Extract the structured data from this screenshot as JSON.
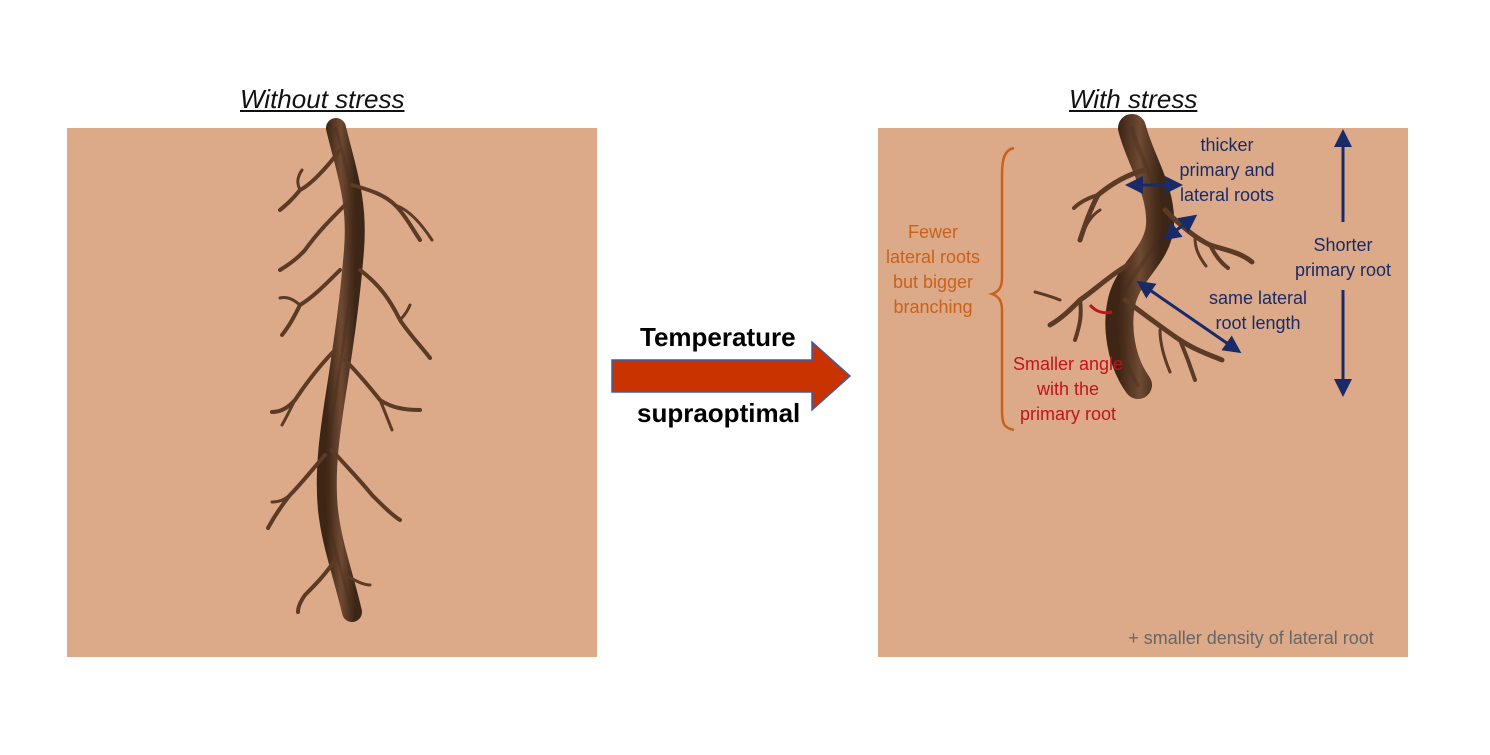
{
  "left_panel": {
    "title": "Without stress"
  },
  "right_panel": {
    "title": "With stress",
    "annotations": {
      "thicker": "thicker\nprimary and\nlateral roots",
      "shorter": "Shorter\nprimary root",
      "fewer": "Fewer\nlateral roots\nbut bigger\nbranching",
      "same_length": "same lateral\nroot length",
      "smaller_angle": "Smaller angle\nwith the\nprimary root",
      "density": "+ smaller density of lateral root"
    }
  },
  "arrow": {
    "top_label": "Temperature",
    "bottom_label": "supraoptimal"
  },
  "colors": {
    "soil": "#dcaa89",
    "root": "#5b3a26",
    "arrow": "#c93300",
    "annotation_navy": "#1a2a66",
    "annotation_orange": "#c8621a",
    "annotation_red": "#c0141b"
  }
}
